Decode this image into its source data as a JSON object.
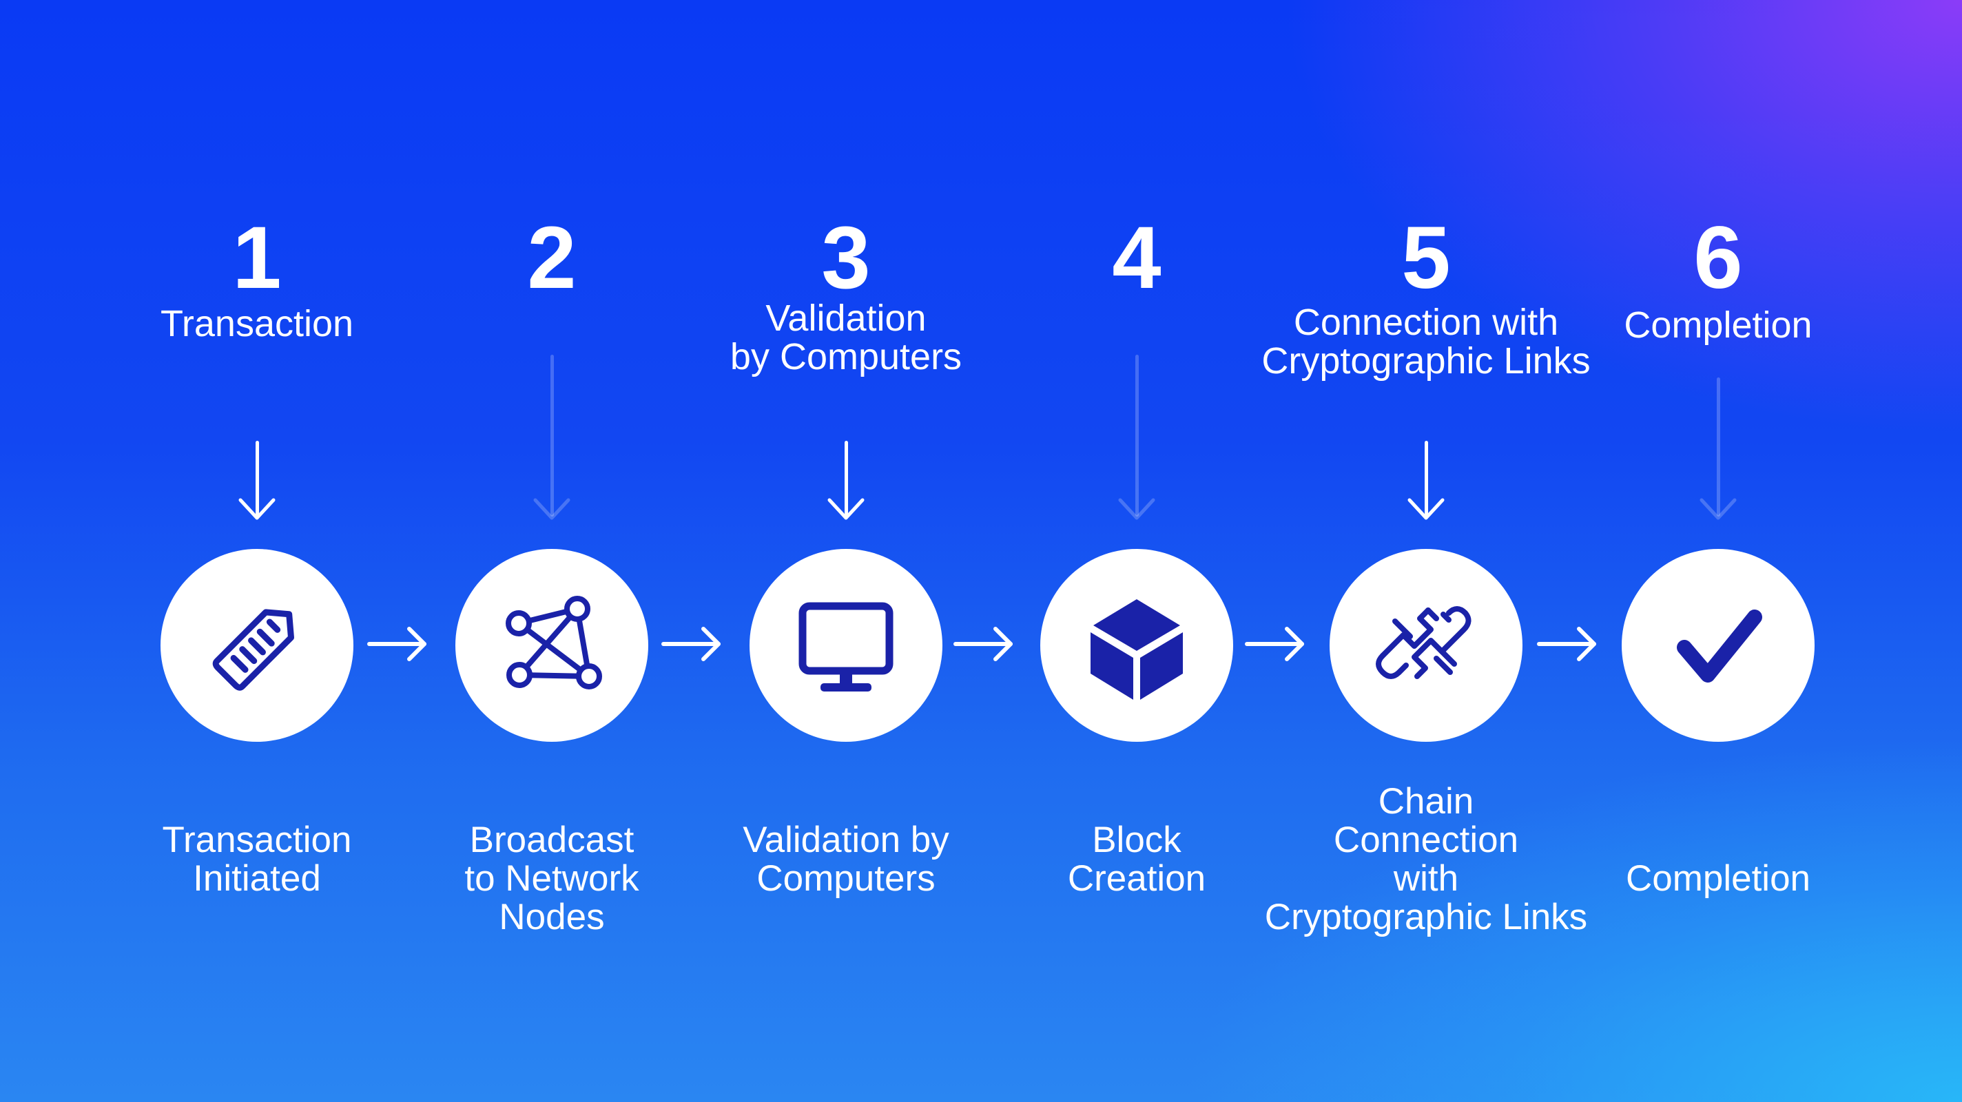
{
  "diagram": {
    "title": "Blockchain transaction process",
    "colors": {
      "background_top_left": "#0B3BF5",
      "background_top_right": "#8A3BF7",
      "background_bottom_left": "#2A7CF0",
      "background_bottom_right": "#2AB2F7",
      "circle_fill": "#FFFFFF",
      "icon_color": "#1A22A8",
      "text_color": "#FFFFFF"
    },
    "steps": [
      {
        "number": "1",
        "top_label": "Transaction",
        "bottom_label": "Transaction\nInitiated",
        "icon": "ticket-tag-icon",
        "top_arrow": "solid"
      },
      {
        "number": "2",
        "top_label": "",
        "bottom_label": "Broadcast\nto Network\nNodes",
        "icon": "network-nodes-icon",
        "top_arrow": "faded"
      },
      {
        "number": "3",
        "top_label": "Validation\nby Computers",
        "bottom_label": "Validation by\nComputers",
        "icon": "computer-monitor-icon",
        "top_arrow": "solid"
      },
      {
        "number": "4",
        "top_label": "",
        "bottom_label": "Block\nCreation",
        "icon": "cube-block-icon",
        "top_arrow": "faded"
      },
      {
        "number": "5",
        "top_label": "Connection with\nCryptographic Links",
        "bottom_label": "Chain\nConnection\nwith\nCryptographic Links",
        "icon": "chain-link-icon",
        "top_arrow": "solid"
      },
      {
        "number": "6",
        "top_label": "Completion",
        "bottom_label": "Completion",
        "icon": "checkmark-icon",
        "top_arrow": "faded"
      }
    ],
    "connectors": [
      "right-arrow",
      "right-arrow",
      "right-arrow",
      "right-arrow",
      "right-arrow"
    ]
  }
}
